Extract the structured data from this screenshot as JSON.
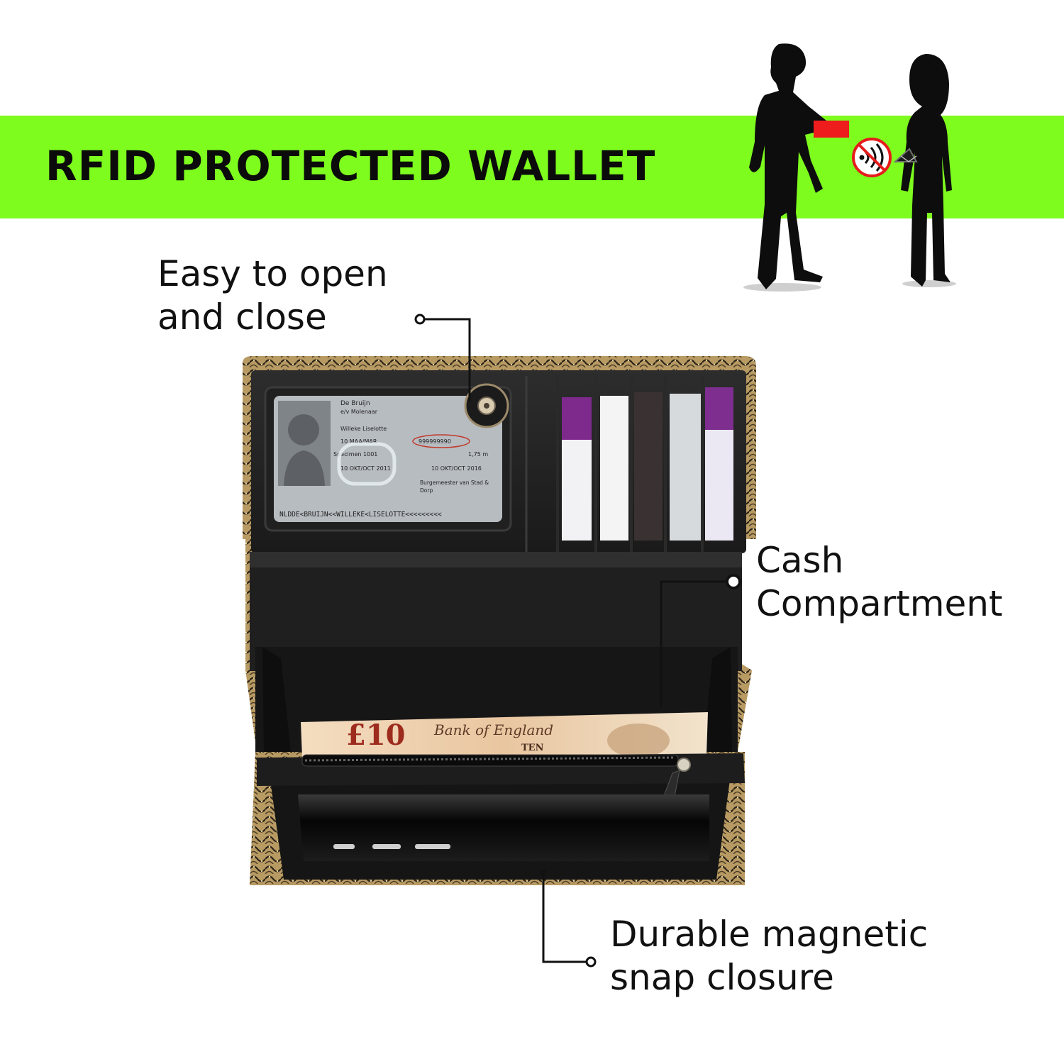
{
  "banner": {
    "title": "RFID PROTECTED WALLET",
    "color": "#7dfc1e"
  },
  "callouts": {
    "open_close": {
      "line1": "Easy to open",
      "line2": "and close"
    },
    "cash": {
      "line1": "Cash",
      "line2": "Compartment"
    },
    "closure": {
      "line1": "Durable magnetic",
      "line2": "snap closure"
    }
  },
  "id_card": {
    "surname": "De Bruijn",
    "married": "e/v Molenaar",
    "given": "Willeke Liselotte",
    "doc_number": "999999990",
    "birth": "10 MAA/MAR",
    "place": "Specimen 1001",
    "issued": "10 OKT/OCT 2011",
    "expires": "10 OKT/OCT 2016",
    "height": "1,75 m",
    "authority": "Burgemeester van Stad &",
    "town": "Dorp",
    "mrz": "NLDDE<BRUIJN<<WILLEKE<LISELOTTE<<<<<<<<<"
  },
  "banknote": {
    "value": "£10",
    "bank": "Bank of England",
    "word": "TEN"
  },
  "icons": [
    "thief-silhouette-icon",
    "woman-silhouette-icon",
    "rfid-blocked-icon",
    "snap-button-icon",
    "zipper-pull-icon"
  ]
}
